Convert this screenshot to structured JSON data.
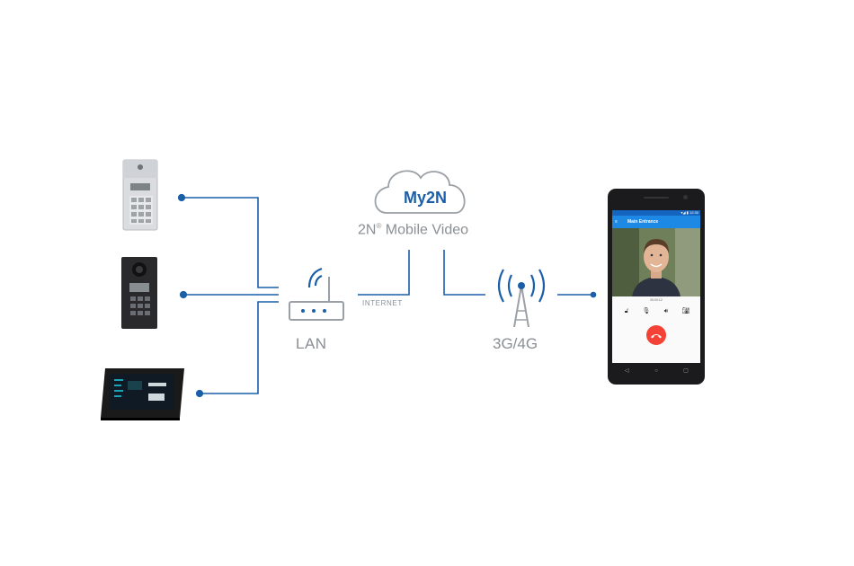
{
  "diagram": {
    "lan_label": "LAN",
    "internet_label": "INTERNET",
    "cloud_label": "My2N",
    "service_label": "2N",
    "service_mark": "®",
    "service_label_rest": " Mobile Video",
    "cellular_label": "3G/4G"
  },
  "phone": {
    "app_title": "Main Entrance",
    "menu_icon": "≡",
    "status_text": "▾◢ ▮ 12:30",
    "call_timer": "00:00:12"
  },
  "colors": {
    "line": "#1a5fa8",
    "icon_gray": "#9aa0a6",
    "label_gray": "#8a8f94",
    "app_blue": "#1e88e5",
    "hangup_red": "#f44336",
    "phone_body": "#1b1b1d"
  },
  "icons": {
    "door_intercom_keypad": "intercom-keypad-icon",
    "door_intercom_camera": "intercom-camera-icon",
    "indoor_touch_display": "indoor-display-icon",
    "router": "router-icon",
    "cloud": "cloud-icon",
    "cell_tower": "cell-tower-icon",
    "smartphone": "smartphone-icon"
  }
}
